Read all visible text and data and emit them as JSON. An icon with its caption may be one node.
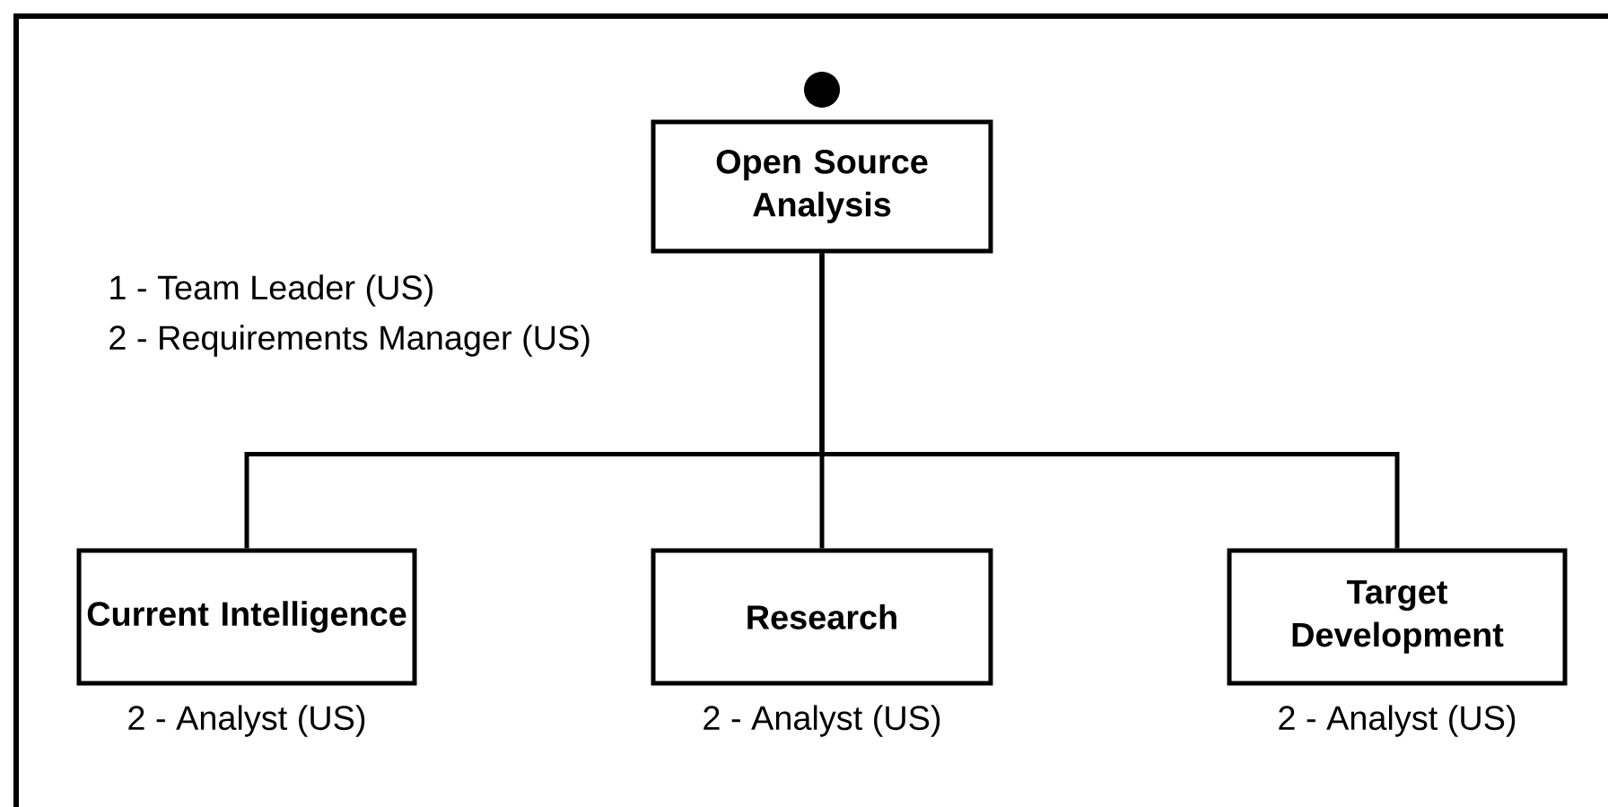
{
  "diagram": {
    "nodes": [
      {
        "text": [],
        "shape": "circle"
      },
      {
        "text": [
          "Open Source Analysis"
        ],
        "beside": [
          "1 - Team Leader (US)",
          "2 - Requirements Manager (US)"
        ]
      },
      {
        "text": [
          "Current Intelligence"
        ],
        "beside": [
          "2 - Analyst (US)"
        ]
      },
      {
        "text": [
          "Research"
        ],
        "beside": [
          "2 - Analyst (US)"
        ]
      },
      {
        "text": [
          "Target Development"
        ],
        "beside": [
          "2 - Analyst (US)"
        ]
      }
    ],
    "edges": [
      {
        "from": 1,
        "to": 2,
        "arrow": "none"
      },
      {
        "from": 1,
        "to": 3,
        "arrow": "none"
      },
      {
        "from": 1,
        "to": 4,
        "arrow": "none"
      }
    ]
  }
}
